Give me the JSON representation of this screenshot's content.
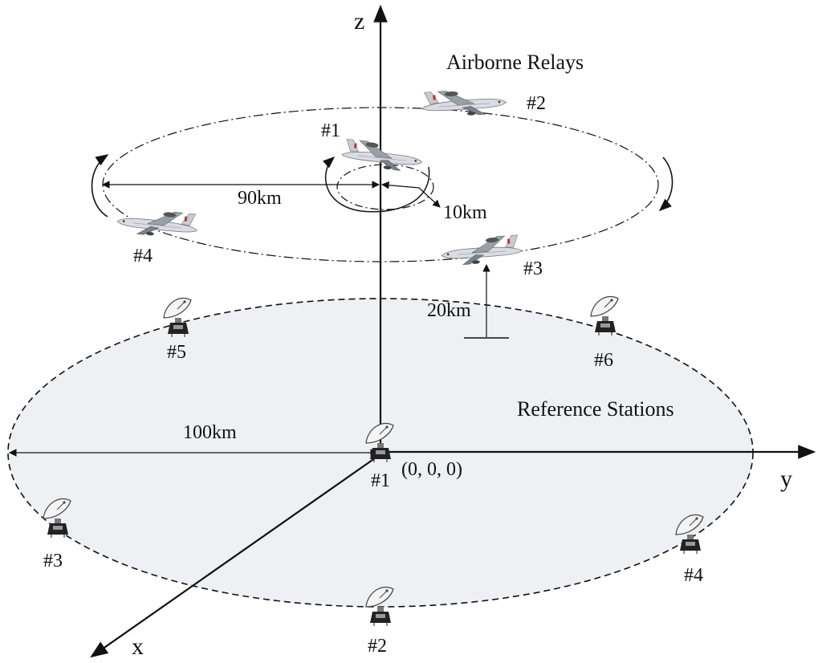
{
  "axes": {
    "z": "z",
    "y": "y",
    "x": "x"
  },
  "relays": {
    "title": "Airborne Relays",
    "labels": [
      "#1",
      "#2",
      "#3",
      "#4"
    ]
  },
  "stations": {
    "title": "Reference Stations",
    "labels": [
      "#1",
      "#2",
      "#3",
      "#4",
      "#5",
      "#6"
    ]
  },
  "dimensions": {
    "outer_orbit": "90km",
    "inner_orbit": "10km",
    "altitude": "20km",
    "ground_radius": "100km"
  },
  "origin_label": "(0, 0, 0)",
  "colors": {
    "ground_fill": "#eef0f4",
    "line": "#111111"
  }
}
